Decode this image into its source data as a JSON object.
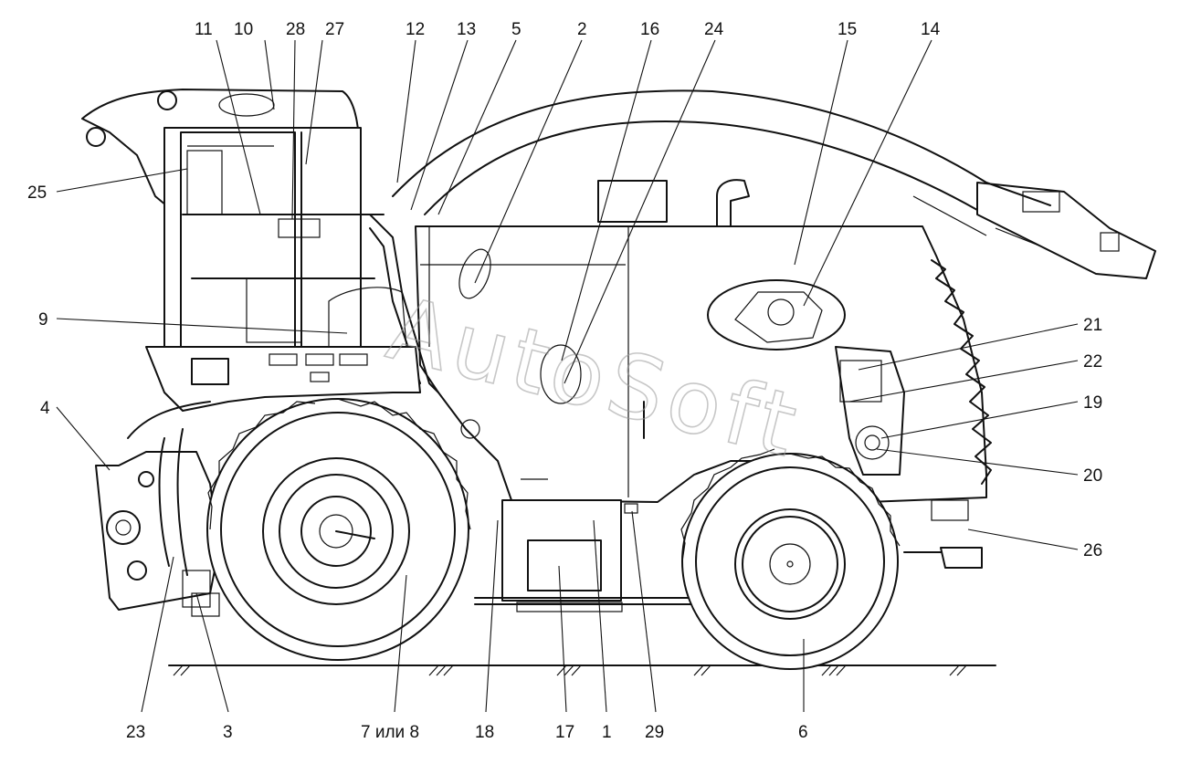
{
  "watermark": "AutoSoft",
  "callouts": [
    {
      "id": "c11",
      "text": "11"
    },
    {
      "id": "c10",
      "text": "10"
    },
    {
      "id": "c28",
      "text": "28"
    },
    {
      "id": "c27",
      "text": "27"
    },
    {
      "id": "c12",
      "text": "12"
    },
    {
      "id": "c13",
      "text": "13"
    },
    {
      "id": "c5",
      "text": "5"
    },
    {
      "id": "c2",
      "text": "2"
    },
    {
      "id": "c16",
      "text": "16"
    },
    {
      "id": "c24",
      "text": "24"
    },
    {
      "id": "c15",
      "text": "15"
    },
    {
      "id": "c14",
      "text": "14"
    },
    {
      "id": "c25",
      "text": "25"
    },
    {
      "id": "c9",
      "text": "9"
    },
    {
      "id": "c21",
      "text": "21"
    },
    {
      "id": "c22",
      "text": "22"
    },
    {
      "id": "c4",
      "text": "4"
    },
    {
      "id": "c19",
      "text": "19"
    },
    {
      "id": "c20",
      "text": "20"
    },
    {
      "id": "c26",
      "text": "26"
    },
    {
      "id": "c23",
      "text": "23"
    },
    {
      "id": "c3",
      "text": "3"
    },
    {
      "id": "c78",
      "text": "7 или 8"
    },
    {
      "id": "c18",
      "text": "18"
    },
    {
      "id": "c17",
      "text": "17"
    },
    {
      "id": "c1",
      "text": "1"
    },
    {
      "id": "c29",
      "text": "29"
    },
    {
      "id": "c6",
      "text": "6"
    }
  ]
}
